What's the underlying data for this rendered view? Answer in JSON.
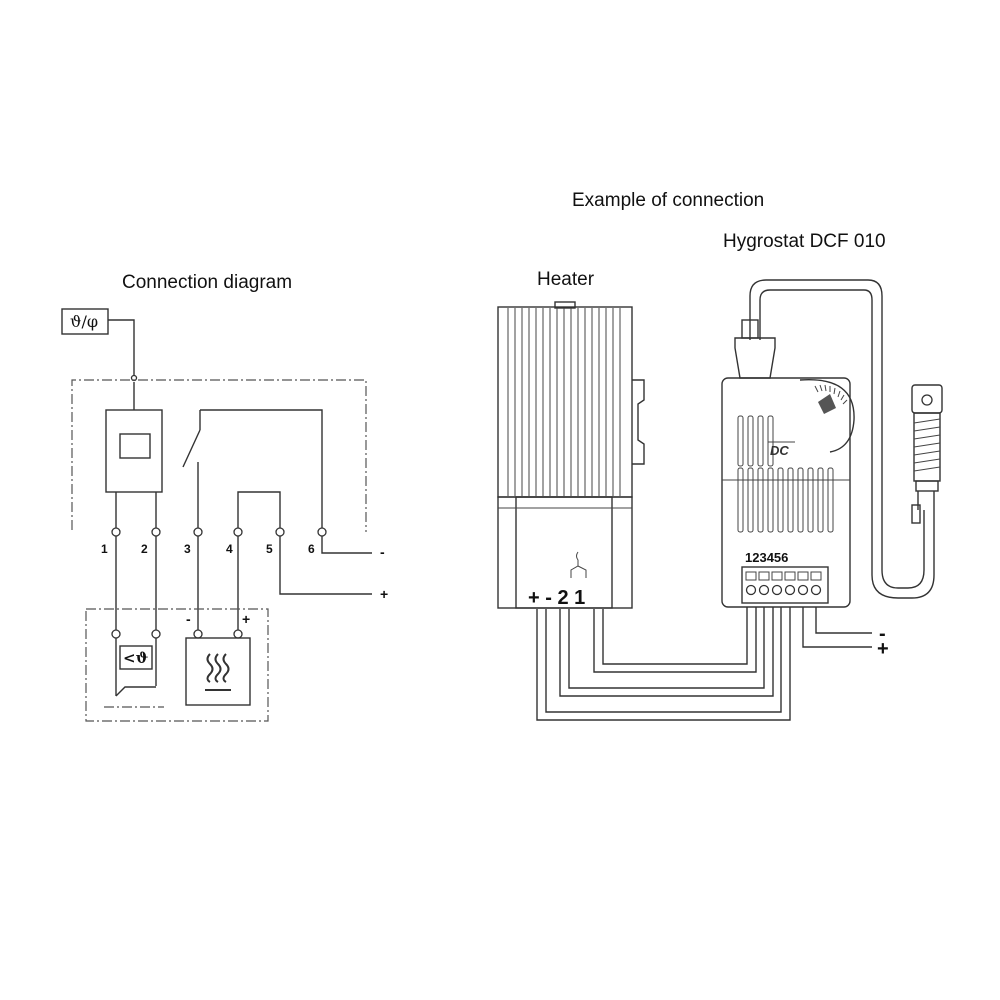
{
  "titles": {
    "connection_diagram": "Connection diagram",
    "example": "Example of connection",
    "heater": "Heater",
    "hygrostat": "Hygrostat DCF 010"
  },
  "schematic": {
    "sensor_symbol": "ϑ/φ",
    "thermostat_symbol": "<ϑ",
    "heater_symbol": "≋",
    "terminals": [
      "1",
      "2",
      "3",
      "4",
      "5",
      "6"
    ],
    "supply_minus": "-",
    "supply_plus": "+",
    "heater_minus": "-",
    "heater_plus": "+"
  },
  "device": {
    "heater_terminals": "+ - 2 1",
    "hygrostat_terminals": "123456",
    "logo": "DC",
    "supply_minus": "-",
    "supply_plus": "+"
  },
  "colors": {
    "line": "#333333",
    "background": "#ffffff"
  }
}
